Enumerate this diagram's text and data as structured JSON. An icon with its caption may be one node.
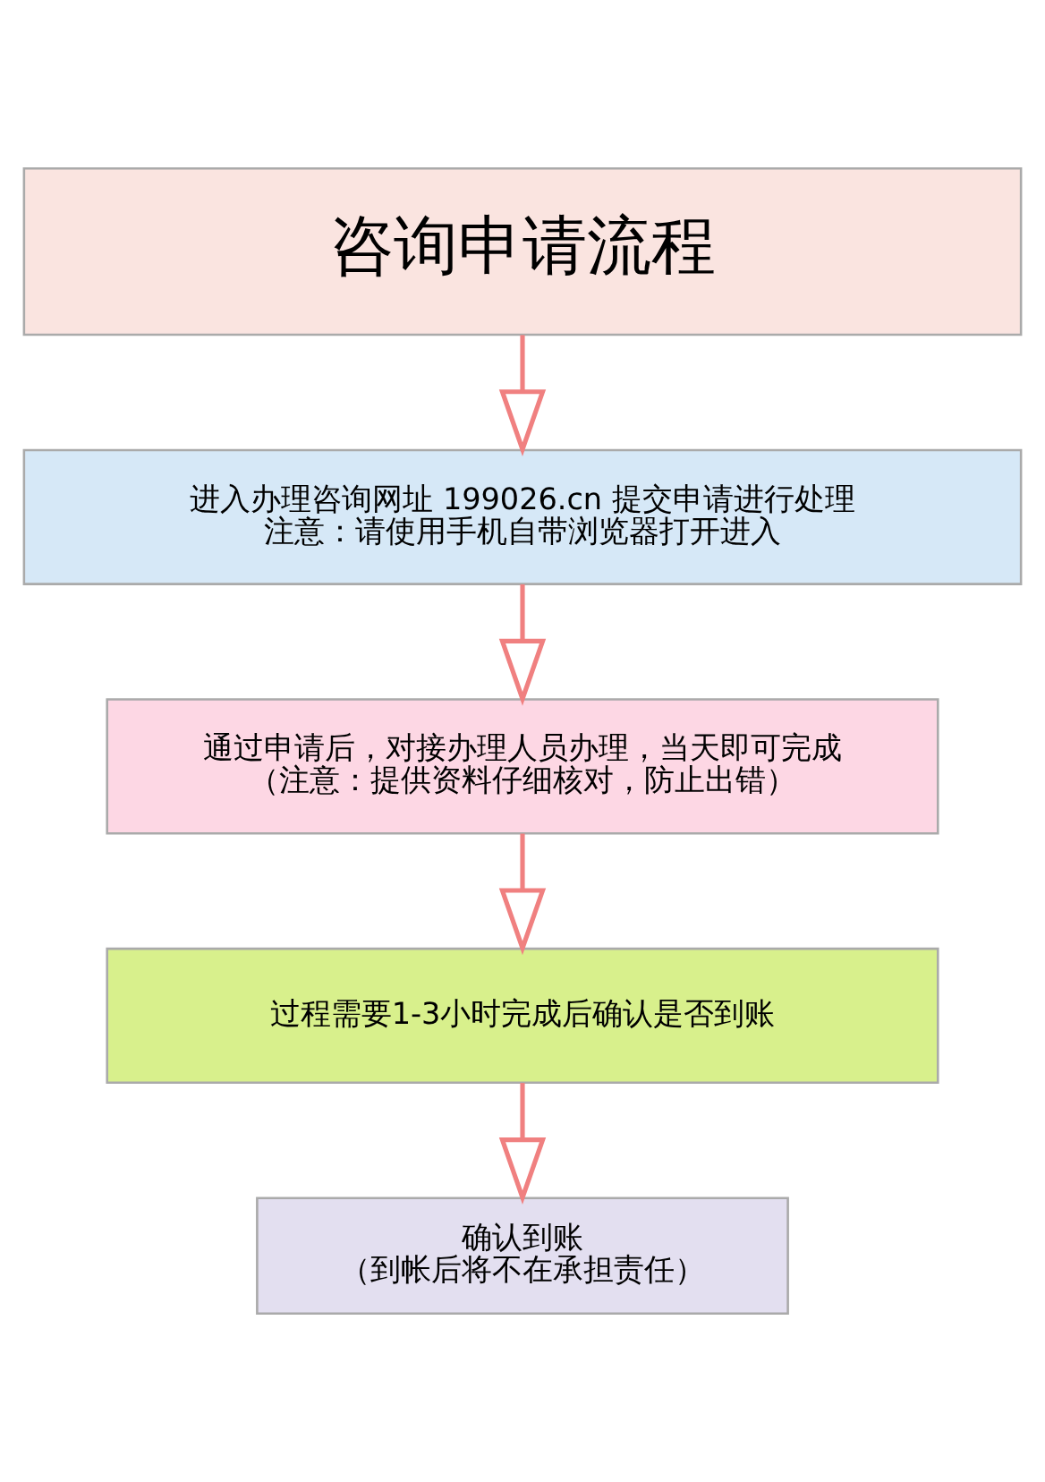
{
  "diagram": {
    "nodes": [
      {
        "text": [
          "咨询申请流程"
        ]
      },
      {
        "text": [
          "进入办理咨询网址 199026.cn 提交申请进行处理",
          "注意：请使用手机自带浏览器打开进入"
        ]
      },
      {
        "text": [
          "通过申请后，对接办理人员办理，当天即可完成",
          "（注意：提供资料仔细核对，防止出错）"
        ]
      },
      {
        "text": [
          "过程需要1-3小时完成后确认是否到账"
        ]
      },
      {
        "text": [
          "确认到账",
          "（到帐后将不在承担责任）"
        ]
      }
    ],
    "edges": [
      {
        "from": 0,
        "to": 1,
        "arrow": "to"
      },
      {
        "from": 1,
        "to": 2,
        "arrow": "to"
      },
      {
        "from": 2,
        "to": 3,
        "arrow": "to"
      },
      {
        "from": 3,
        "to": 4,
        "arrow": "to"
      }
    ]
  }
}
